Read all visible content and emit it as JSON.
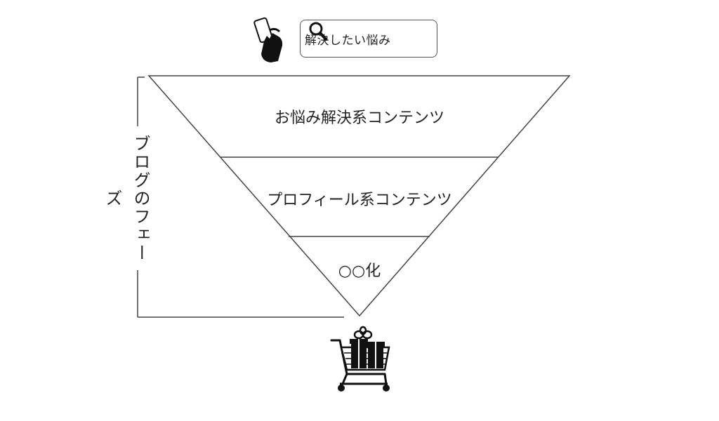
{
  "search": {
    "text": "解決したい悩み",
    "icon": "magnifier-icon"
  },
  "phone_icon": "hand-holding-phone-icon",
  "funnel": {
    "levels": [
      {
        "label": "お悩み解決系コンテンツ"
      },
      {
        "label": "プロフィール系コンテンツ"
      },
      {
        "label": "○○化"
      }
    ]
  },
  "side_label": "ブログのフェーズ",
  "cart_icon": "shopping-cart-with-gift-icon"
}
